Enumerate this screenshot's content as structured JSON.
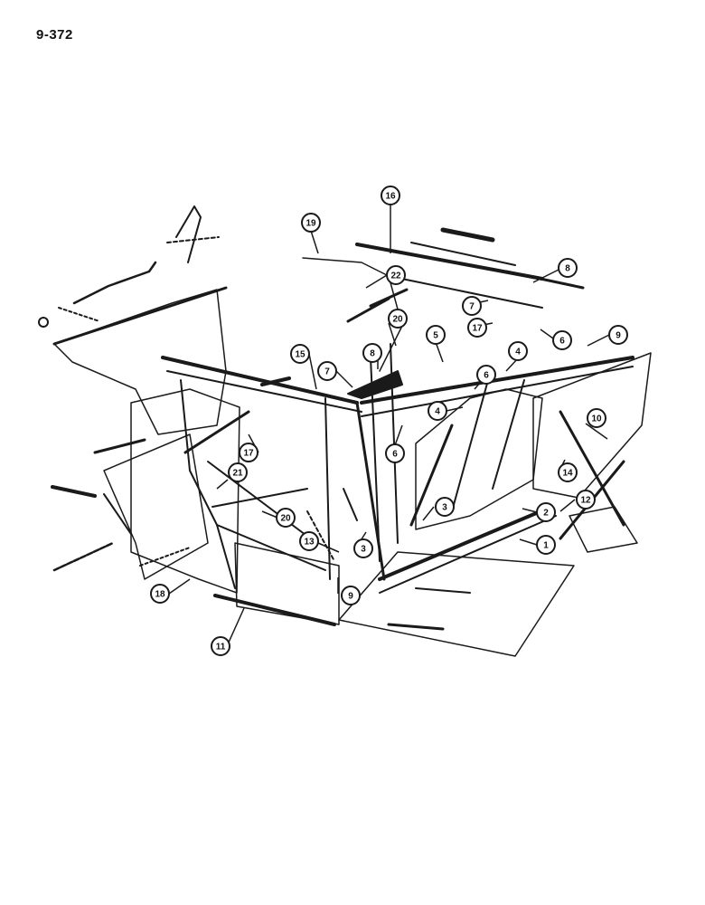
{
  "page": {
    "number": "9-372"
  },
  "diagram": {
    "ink_color": "#1a1a1a",
    "callouts": [
      "16",
      "19",
      "22",
      "8",
      "7",
      "20",
      "17",
      "6",
      "9",
      "15",
      "7",
      "8",
      "5",
      "4",
      "6",
      "4",
      "10",
      "6",
      "17",
      "21",
      "14",
      "3",
      "12",
      "2",
      "20",
      "13",
      "3",
      "1",
      "9",
      "18",
      "11"
    ]
  }
}
